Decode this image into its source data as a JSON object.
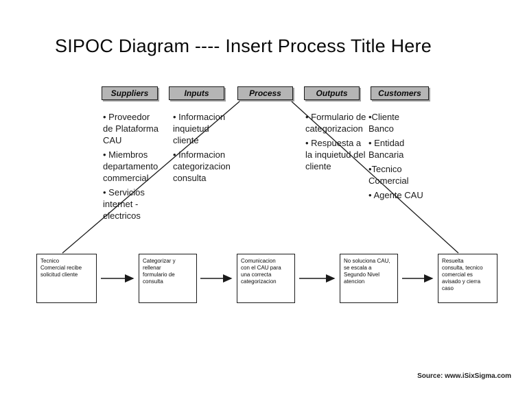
{
  "title": "SIPOC Diagram ----  Insert Process Title Here",
  "source": "Source: www.iSixSigma.com",
  "colors": {
    "header_fill": "#b5b5b5",
    "header_border": "#1a1a1a",
    "connector_line": "#1a1a1a",
    "background": "#ffffff"
  },
  "columns": [
    {
      "header": "Suppliers",
      "items": [
        "• Proveedor\nde Plataforma\nCAU",
        "• Miembros\ndepartamento\ncommercial",
        "• Servicios\ninternet -\nelectricos"
      ]
    },
    {
      "header": "Inputs",
      "items": [
        "• Informacion\ninquietud\ncliente",
        "• Informacion\ncategorizacion\nconsulta"
      ]
    },
    {
      "header": "Process",
      "items": []
    },
    {
      "header": "Outputs",
      "items": [
        "• Formulario de\ncategorizacion",
        "• Respuesta a\nla inquietud del\ncliente"
      ]
    },
    {
      "header": "Customers",
      "items": [
        "•Cliente\nBanco",
        "• Entidad\nBancaria",
        "•Tecnico\nComercial",
        "• Agente CAU"
      ]
    }
  ],
  "process_steps": [
    "Tecnico\nComercial recibe\nsolicitud cliente",
    "Categorizar y\nrellenar\nformulario de\nconsulta",
    "Comunicacion\ncon el CAU para\nuna correcta\ncategorizacion",
    "No soluciona CAU,\nse escala a\nSegundo Nivel\natencion",
    "Resuelta\nconsulta, tecnico\ncomercial es\navisado y cierra\ncaso"
  ]
}
